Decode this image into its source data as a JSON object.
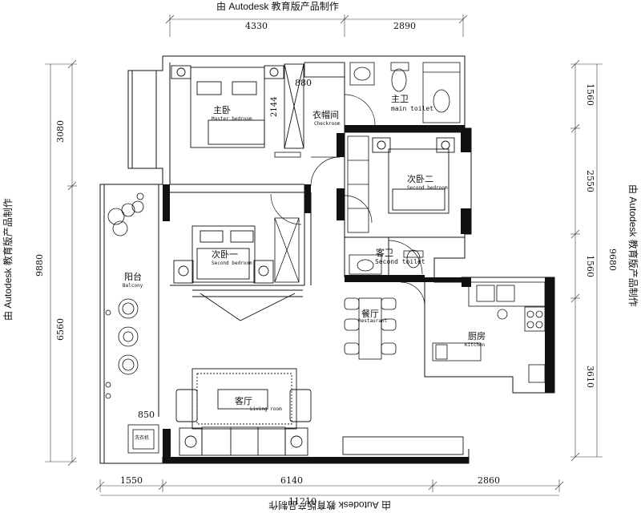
{
  "watermark": {
    "top": "由 Autodesk 教育版产品制作",
    "bottom": "由 Autodesk 教育版产品制作",
    "left": "由 Autodesk 教育版产品制作",
    "right": "由 Autodesk 教育版产品制作"
  },
  "dimensions": {
    "top": [
      "4330",
      "2890"
    ],
    "bottom": [
      "1550",
      "6140",
      "2860"
    ],
    "bottom_total": "11210",
    "left_total": "9880",
    "left": [
      "3080",
      "6560"
    ],
    "right_total": "9680",
    "right": [
      "1560",
      "2550",
      "1560",
      "3610"
    ],
    "inner": [
      "880",
      "2144",
      "850"
    ]
  },
  "rooms": {
    "master_bedroom": {
      "cn": "主卧",
      "en": "Master bedroom"
    },
    "cloakroom": {
      "cn": "衣帽间",
      "en": "Checkroom"
    },
    "main_toilet": {
      "cn": "主卫",
      "en": "main toilet"
    },
    "second_bedroom_2": {
      "cn": "次卧二",
      "en": "Second bedroom"
    },
    "second_bedroom_1": {
      "cn": "次卧一",
      "en": "Second bedroom"
    },
    "guest_toilet": {
      "cn": "客卫",
      "en": "Second toilet"
    },
    "balcony": {
      "cn": "阳台",
      "en": "Balcony"
    },
    "dining": {
      "cn": "餐厅",
      "en": "Restaurant"
    },
    "kitchen": {
      "cn": "厨房",
      "en": "Kitchen"
    },
    "living": {
      "cn": "客厅",
      "en": "Living room"
    }
  },
  "labels": {
    "washer": "洗衣机"
  }
}
